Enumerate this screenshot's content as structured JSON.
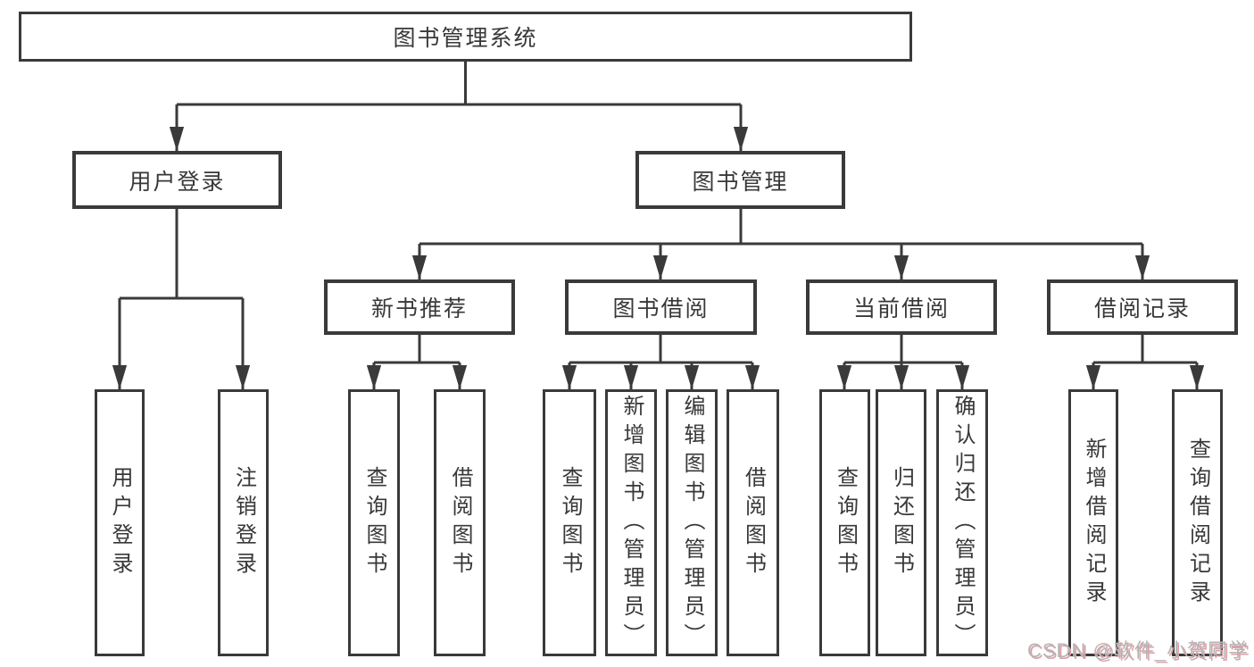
{
  "root": {
    "label": "图书管理系统"
  },
  "level2": [
    {
      "label": "用户登录"
    },
    {
      "label": "图书管理"
    }
  ],
  "level3": [
    {
      "label": "新书推荐"
    },
    {
      "label": "图书借阅"
    },
    {
      "label": "当前借阅"
    },
    {
      "label": "借阅记录"
    }
  ],
  "leaf_groups": [
    {
      "items": [
        "用户登录",
        "注销登录"
      ]
    },
    {
      "items": [
        "查询图书",
        "借阅图书"
      ]
    },
    {
      "items": [
        "查询图书",
        "新增图书（管理员）",
        "编辑图书（管理员）",
        "借阅图书"
      ]
    },
    {
      "items": [
        "查询图书",
        "归还图书",
        "确认归还（管理员）"
      ]
    },
    {
      "items": [
        "新增借阅记录",
        "查询借阅记录"
      ]
    }
  ],
  "watermark": {
    "text": "CSDN @软件_小贺同学"
  },
  "colors": {
    "line": "#3a3a3a",
    "text": "#383838",
    "background": "#ffffff",
    "watermark_gray": "#b5b5b5",
    "watermark_shadow": "#dfa0a8"
  }
}
